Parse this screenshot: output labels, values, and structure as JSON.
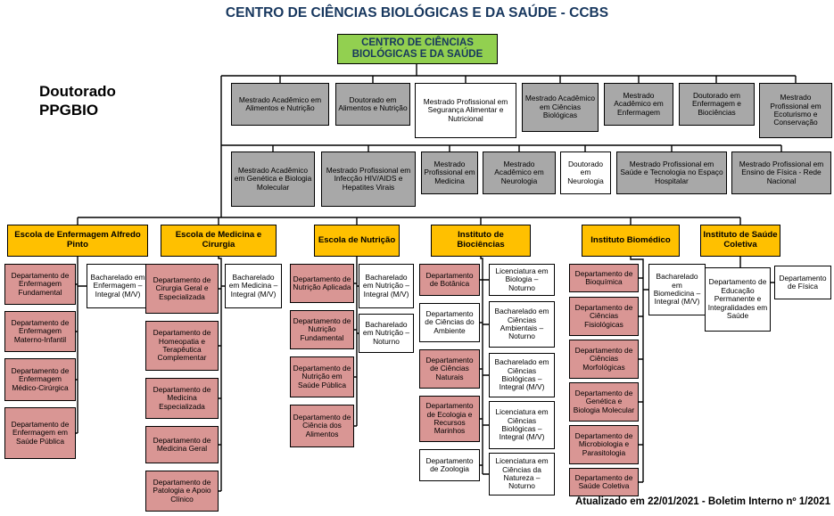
{
  "title": "CENTRO DE CIÊNCIAS BIOLÓGICAS E DA SAÚDE - CCBS",
  "root": {
    "label": "CENTRO DE CIÊNCIAS BIOLÓGICAS E DA SAÚDE"
  },
  "side_label": "Doutorado\nPPGBIO",
  "footer": "Atualizado em 22/01/2021 - Boletim Interno nº 1/2021",
  "colors": {
    "root_green": "#92d050",
    "program_gray": "#a8a8a8",
    "unit_orange": "#ffc000",
    "department_pink": "#d99694",
    "box_white": "#ffffff",
    "title_text": "#17375e",
    "line_black": "#000000"
  },
  "row1": [
    {
      "label": "Mestrado Acadêmico em Alimentos e Nutrição",
      "color": "gray"
    },
    {
      "label": "Doutorado em Alimentos e Nutrição",
      "color": "gray"
    },
    {
      "label": "Mestrado Profissional em Segurança Alimentar e Nutricional",
      "color": "white"
    },
    {
      "label": "Mestrado Acadêmico em Ciências Biológicas",
      "color": "gray"
    },
    {
      "label": "Mestrado Acadêmico em Enfermagem",
      "color": "gray"
    },
    {
      "label": "Doutorado em Enfermagem e Biociências",
      "color": "gray"
    },
    {
      "label": "Mestrado Profissional em Ecoturismo e Conservação",
      "color": "gray"
    }
  ],
  "row2": [
    {
      "label": "Mestrado Acadêmico em Genética e Biologia Molecular",
      "color": "gray"
    },
    {
      "label": "Mestrado Profissional em Infecção HIV/AIDS e Hepatites Virais",
      "color": "gray"
    },
    {
      "label": "Mestrado Profissional em Medicina",
      "color": "gray"
    },
    {
      "label": "Mestrado Acadêmico em Neurologia",
      "color": "gray"
    },
    {
      "label": "Doutorado em Neurologia",
      "color": "white"
    },
    {
      "label": "Mestrado Profissional em Saúde e Tecnologia no Espaço Hospitalar",
      "color": "gray"
    },
    {
      "label": "Mestrado Profissional em Ensino de Física - Rede Nacional",
      "color": "gray"
    }
  ],
  "units": [
    {
      "label": "Escola de Enfermagem Alfredo Pinto"
    },
    {
      "label": "Escola de Medicina e Cirurgia"
    },
    {
      "label": "Escola de Nutrição"
    },
    {
      "label": "Instituto de Biociências"
    },
    {
      "label": "Instituto Biomédico"
    },
    {
      "label": "Instituto de Saúde Coletiva"
    }
  ],
  "org": {
    "enfermagem": {
      "departments": [
        "Departamento de Enfermagem Fundamental",
        "Departamento de Enfermagem Materno-Infantil",
        "Departamento de Enfermagem Médico-Cirúrgica",
        "Departamento de Enfermagem em Saúde Pública"
      ],
      "courses": [
        "Bacharelado em Enfermagem – Integral (M/V)"
      ]
    },
    "medicina": {
      "departments": [
        "Departamento de Cirurgia Geral e Especializada",
        "Departamento de Homeopatia e Terapêutica Complementar",
        "Departamento de Medicina Especializada",
        "Departamento de Medicina Geral",
        "Departamento de Patologia e Apoio Clínico"
      ],
      "courses": [
        "Bacharelado em Medicina – Integral (M/V)"
      ]
    },
    "nutricao": {
      "departments": [
        "Departamento de Nutrição Aplicada",
        "Departamento de Nutrição Fundamental",
        "Departamento de Nutrição em Saúde Pública",
        "Departamento de Ciência dos Alimentos"
      ],
      "courses": [
        "Bacharelado em Nutrição – Integral (M/V)",
        "Bacharelado em Nutrição – Noturno"
      ]
    },
    "biociencias": {
      "departments": [
        "Departamento de Botânica",
        "Departamento de Ciências do Ambiente",
        "Departamento de Ciências Naturais",
        "Departamento de Ecologia e Recursos Marinhos",
        "Departamento de Zoologia"
      ],
      "department_colors": [
        "pink",
        "white",
        "pink",
        "pink",
        "white"
      ],
      "courses": [
        "Licenciatura em Biologia – Noturno",
        "Bacharelado em Ciências Ambientais – Noturno",
        "Bacharelado em Ciências Biológicas – Integral (M/V)",
        "Licenciatura em Ciências Biológicas – Integral (M/V)",
        "Licenciatura em Ciências da Natureza – Noturno"
      ]
    },
    "biomedico": {
      "departments": [
        "Departamento de Bioquímica",
        "Departamento de Ciências Fisiológicas",
        "Departamento de Ciências Morfológicas",
        "Departamento de Genética e Biologia Molecular",
        "Departamento de Microbiologia e Parasitologia",
        "Departamento de Saúde Coletiva"
      ],
      "courses": [
        "Bacharelado em Biomedicina – Integral (M/V)"
      ]
    },
    "saude_coletiva": {
      "departments": [
        "Departamento de Educação Permanente e Integralidades em Saúde"
      ]
    },
    "fisica": {
      "label": "Departamento de Física"
    }
  }
}
